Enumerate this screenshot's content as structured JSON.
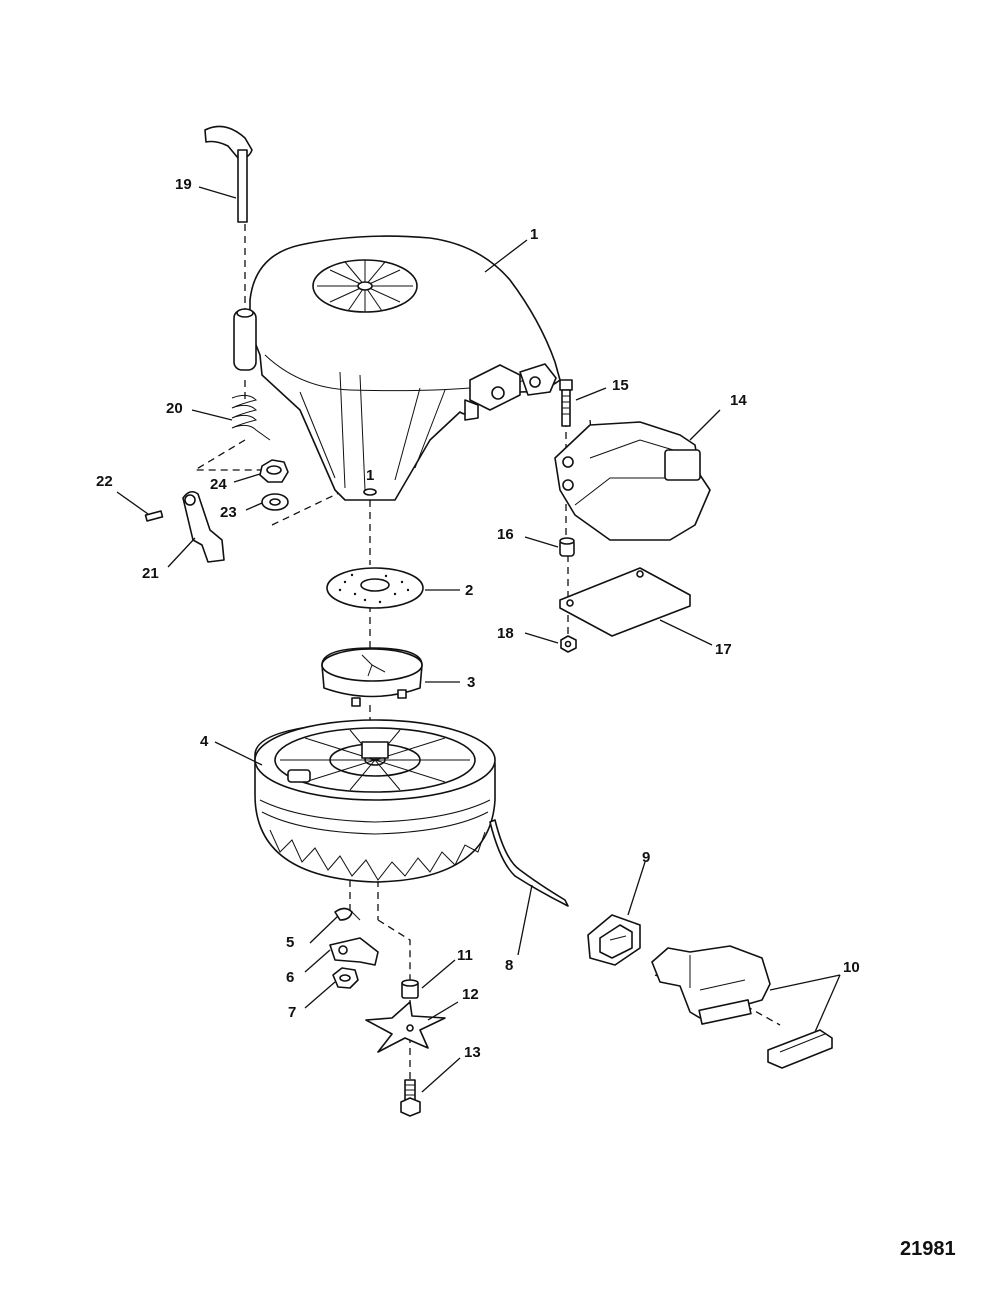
{
  "callouts": {
    "c1": "1",
    "c2": "2",
    "c3": "3",
    "c4": "4",
    "c5": "5",
    "c6": "6",
    "c7": "7",
    "c8": "8",
    "c9": "9",
    "c10": "10",
    "c11": "11",
    "c12": "12",
    "c13": "13",
    "c14": "14",
    "c15": "15",
    "c16": "16",
    "c17": "17",
    "c18": "18",
    "c19": "19",
    "c20": "20",
    "c21": "21",
    "c22": "22",
    "c23": "23",
    "c24": "24",
    "c1b": "1"
  },
  "document_number": "21981"
}
